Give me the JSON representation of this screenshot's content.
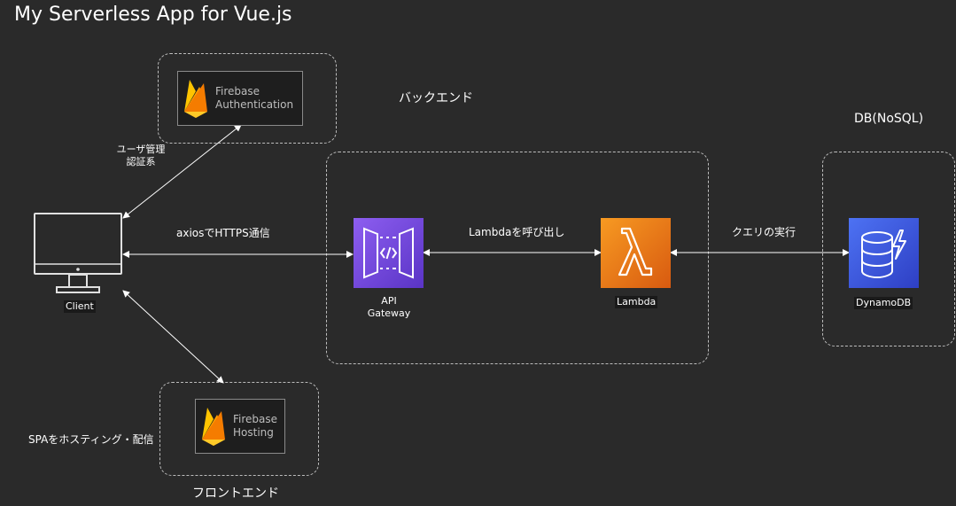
{
  "title": "My Serverless App for Vue.js",
  "groups": {
    "backend_label": "バックエンド",
    "db_label": "DB(NoSQL)",
    "frontend_label": "フロントエンド"
  },
  "nodes": {
    "client": "Client",
    "firebase_auth": [
      "Firebase",
      "Authentication"
    ],
    "firebase_hosting": [
      "Firebase",
      "Hosting"
    ],
    "api_gateway": [
      "API",
      "Gateway"
    ],
    "lambda": "Lambda",
    "dynamodb": "DynamoDB"
  },
  "edges": {
    "client_auth": [
      "ユーザ管理",
      "認証系"
    ],
    "client_api": "axiosでHTTPS通信",
    "api_lambda": "Lambdaを呼び出し",
    "lambda_db": "クエリの実行",
    "client_hosting": "SPAをホスティング・配信"
  },
  "colors": {
    "background": "#2a2a2a",
    "api_gateway": "#6b3fd0",
    "lambda": "#f27b18",
    "dynamodb": "#3a53d6",
    "firebase": "#f6a821"
  },
  "icons": {
    "client": "monitor-icon",
    "firebase": "firebase-flame-icon",
    "api_gateway": "api-gateway-icon",
    "lambda": "lambda-icon",
    "dynamodb": "dynamodb-icon"
  }
}
